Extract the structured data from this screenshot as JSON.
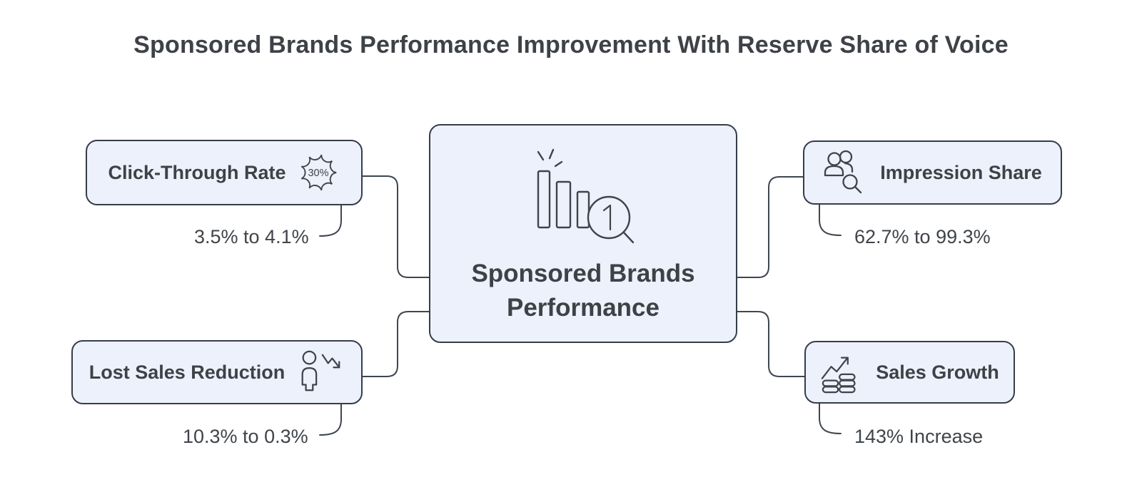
{
  "title": "Sponsored Brands Performance Improvement With Reserve Share of Voice",
  "center": {
    "label_line1": "Sponsored Brands",
    "label_line2": "Performance",
    "icon": "bar-chart-magnifier-1-icon"
  },
  "nodes": [
    {
      "id": "click-through-rate",
      "label": "Click-Through Rate",
      "value": "3.5% to 4.1%",
      "icon": "badge-30-percent-icon",
      "badge_text": "30%"
    },
    {
      "id": "lost-sales-reduction",
      "label": "Lost Sales Reduction",
      "value": "10.3% to 0.3%",
      "icon": "person-decline-icon"
    },
    {
      "id": "impression-share",
      "label": "Impression Share",
      "value": "62.7% to 99.3%",
      "icon": "people-search-icon"
    },
    {
      "id": "sales-growth",
      "label": "Sales Growth",
      "value": "143% Increase",
      "icon": "growth-coins-icon"
    }
  ],
  "colors": {
    "background": "#ffffff",
    "box_fill": "#ecf1fb",
    "box_border": "#363d49",
    "connector": "#3f4650",
    "text": "#3e4247",
    "value_text": "#3f4449",
    "icon_stroke": "#3f444b"
  }
}
